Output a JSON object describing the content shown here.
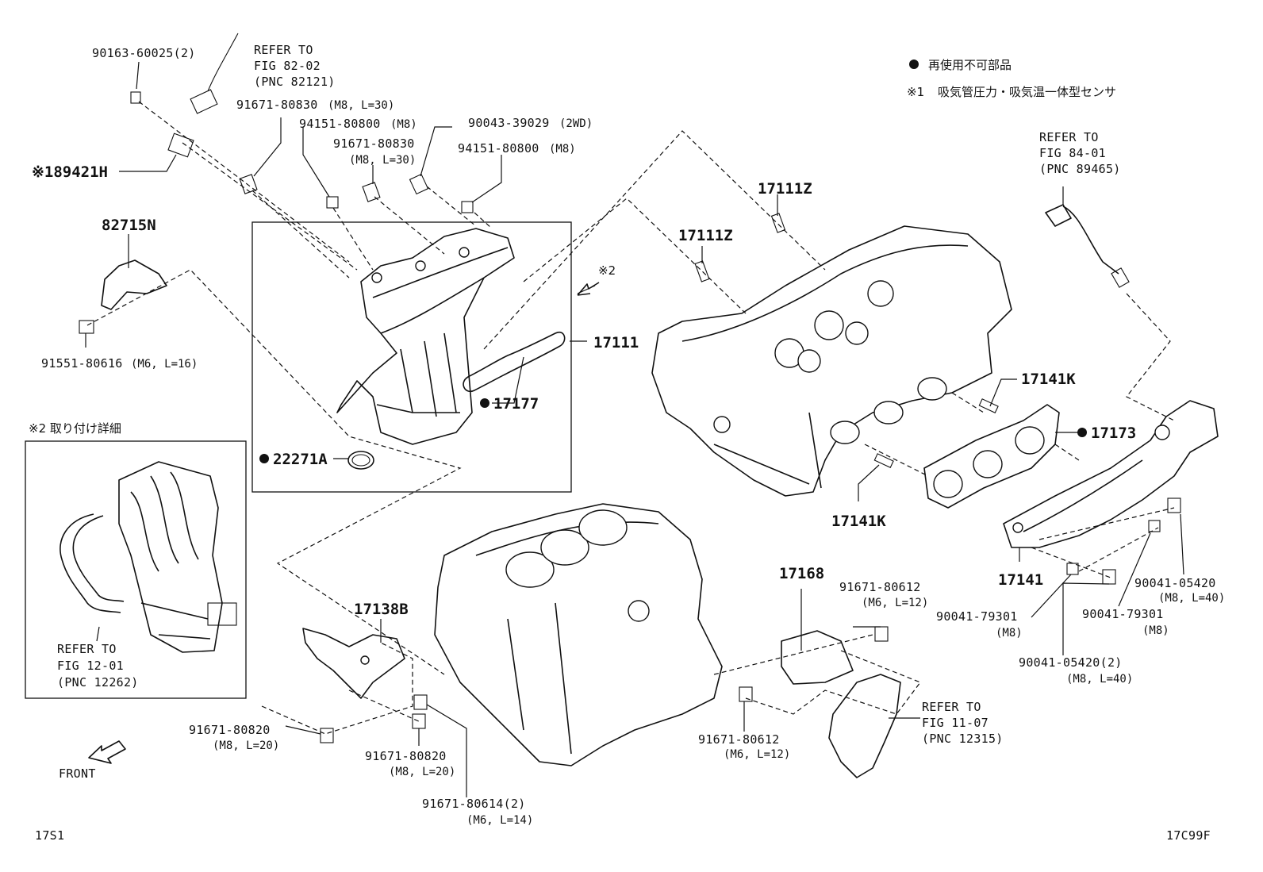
{
  "legend": {
    "dot_note": "再使用不可部品",
    "note1_mark": "※1",
    "note1_text": "吸気管圧力・吸気温一体型センサ"
  },
  "detail_box": {
    "title": "※2  取り付け詳細",
    "ref_line1": "REFER TO",
    "ref_line2": "FIG 12-01",
    "ref_line3": "(PNC 12262)"
  },
  "callouts": {
    "bolt_90163": "90163-60025(2)",
    "refer_82_l1": "REFER TO",
    "refer_82_l2": "FIG 82-02",
    "refer_82_l3": "(PNC 82121)",
    "bolt_91671_80830_a": "91671-80830",
    "bolt_91671_80830_a_spec": "(M8, L=30)",
    "nut_94151_a": "94151-80800",
    "nut_94151_a_spec": "(M8)",
    "stud_90043": "90043-39029",
    "stud_90043_spec": "(2WD)",
    "bolt_91671_80830_b": "91671-80830",
    "bolt_91671_80830_b_spec": "(M8, L=30)",
    "nut_94151_b": "94151-80800",
    "nut_94151_b_spec": "(M8)",
    "sensor_89421h": "※189421H",
    "bracket_82715n": "82715N",
    "bolt_91551": "91551-80616",
    "bolt_91551_spec": "(M6, L=16)",
    "stud_17111z_a": "17111Z",
    "stud_17111z_b": "17111Z",
    "note2_arrow": "※2",
    "manifold_17111": "17111",
    "gasket_17177": "17177",
    "ring_22271a": "22271A",
    "refer_84_l1": "REFER TO",
    "refer_84_l2": "FIG 84-01",
    "refer_84_l3": "(PNC 89465)",
    "stud_17141k_a": "17141K",
    "gasket_17173": "17173",
    "stud_17141k_b": "17141K",
    "exhaust_17141": "17141",
    "bolt_90041_05420_a": "90041-05420",
    "bolt_90041_05420_a_spec": "(M8, L=40)",
    "nut_90041_79301_a": "90041-79301",
    "nut_90041_79301_a_spec": "(M8)",
    "nut_90041_79301_b": "90041-79301",
    "nut_90041_79301_b_spec": "(M8)",
    "bolt_90041_05420_b": "90041-05420(2)",
    "bolt_90041_05420_b_spec": "(M8, L=40)",
    "cover_17168": "17168",
    "bolt_91671_80612_a": "91671-80612",
    "bolt_91671_80612_a_spec": "(M6, L=12)",
    "refer_11_l1": "REFER TO",
    "refer_11_l2": "FIG 11-07",
    "refer_11_l3": "(PNC 12315)",
    "bolt_91671_80612_b": "91671-80612",
    "bolt_91671_80612_b_spec": "(M6, L=12)",
    "bracket_17138b": "17138B",
    "bolt_91671_80820_a": "91671-80820",
    "bolt_91671_80820_a_spec": "(M8, L=20)",
    "bolt_91671_80820_b": "91671-80820",
    "bolt_91671_80820_b_spec": "(M8, L=20)",
    "bolt_91671_80614": "91671-80614(2)",
    "bolt_91671_80614_spec": "(M6, L=14)",
    "front": "FRONT"
  },
  "footer": {
    "left_code": "17S1",
    "right_code": "17C99F"
  }
}
